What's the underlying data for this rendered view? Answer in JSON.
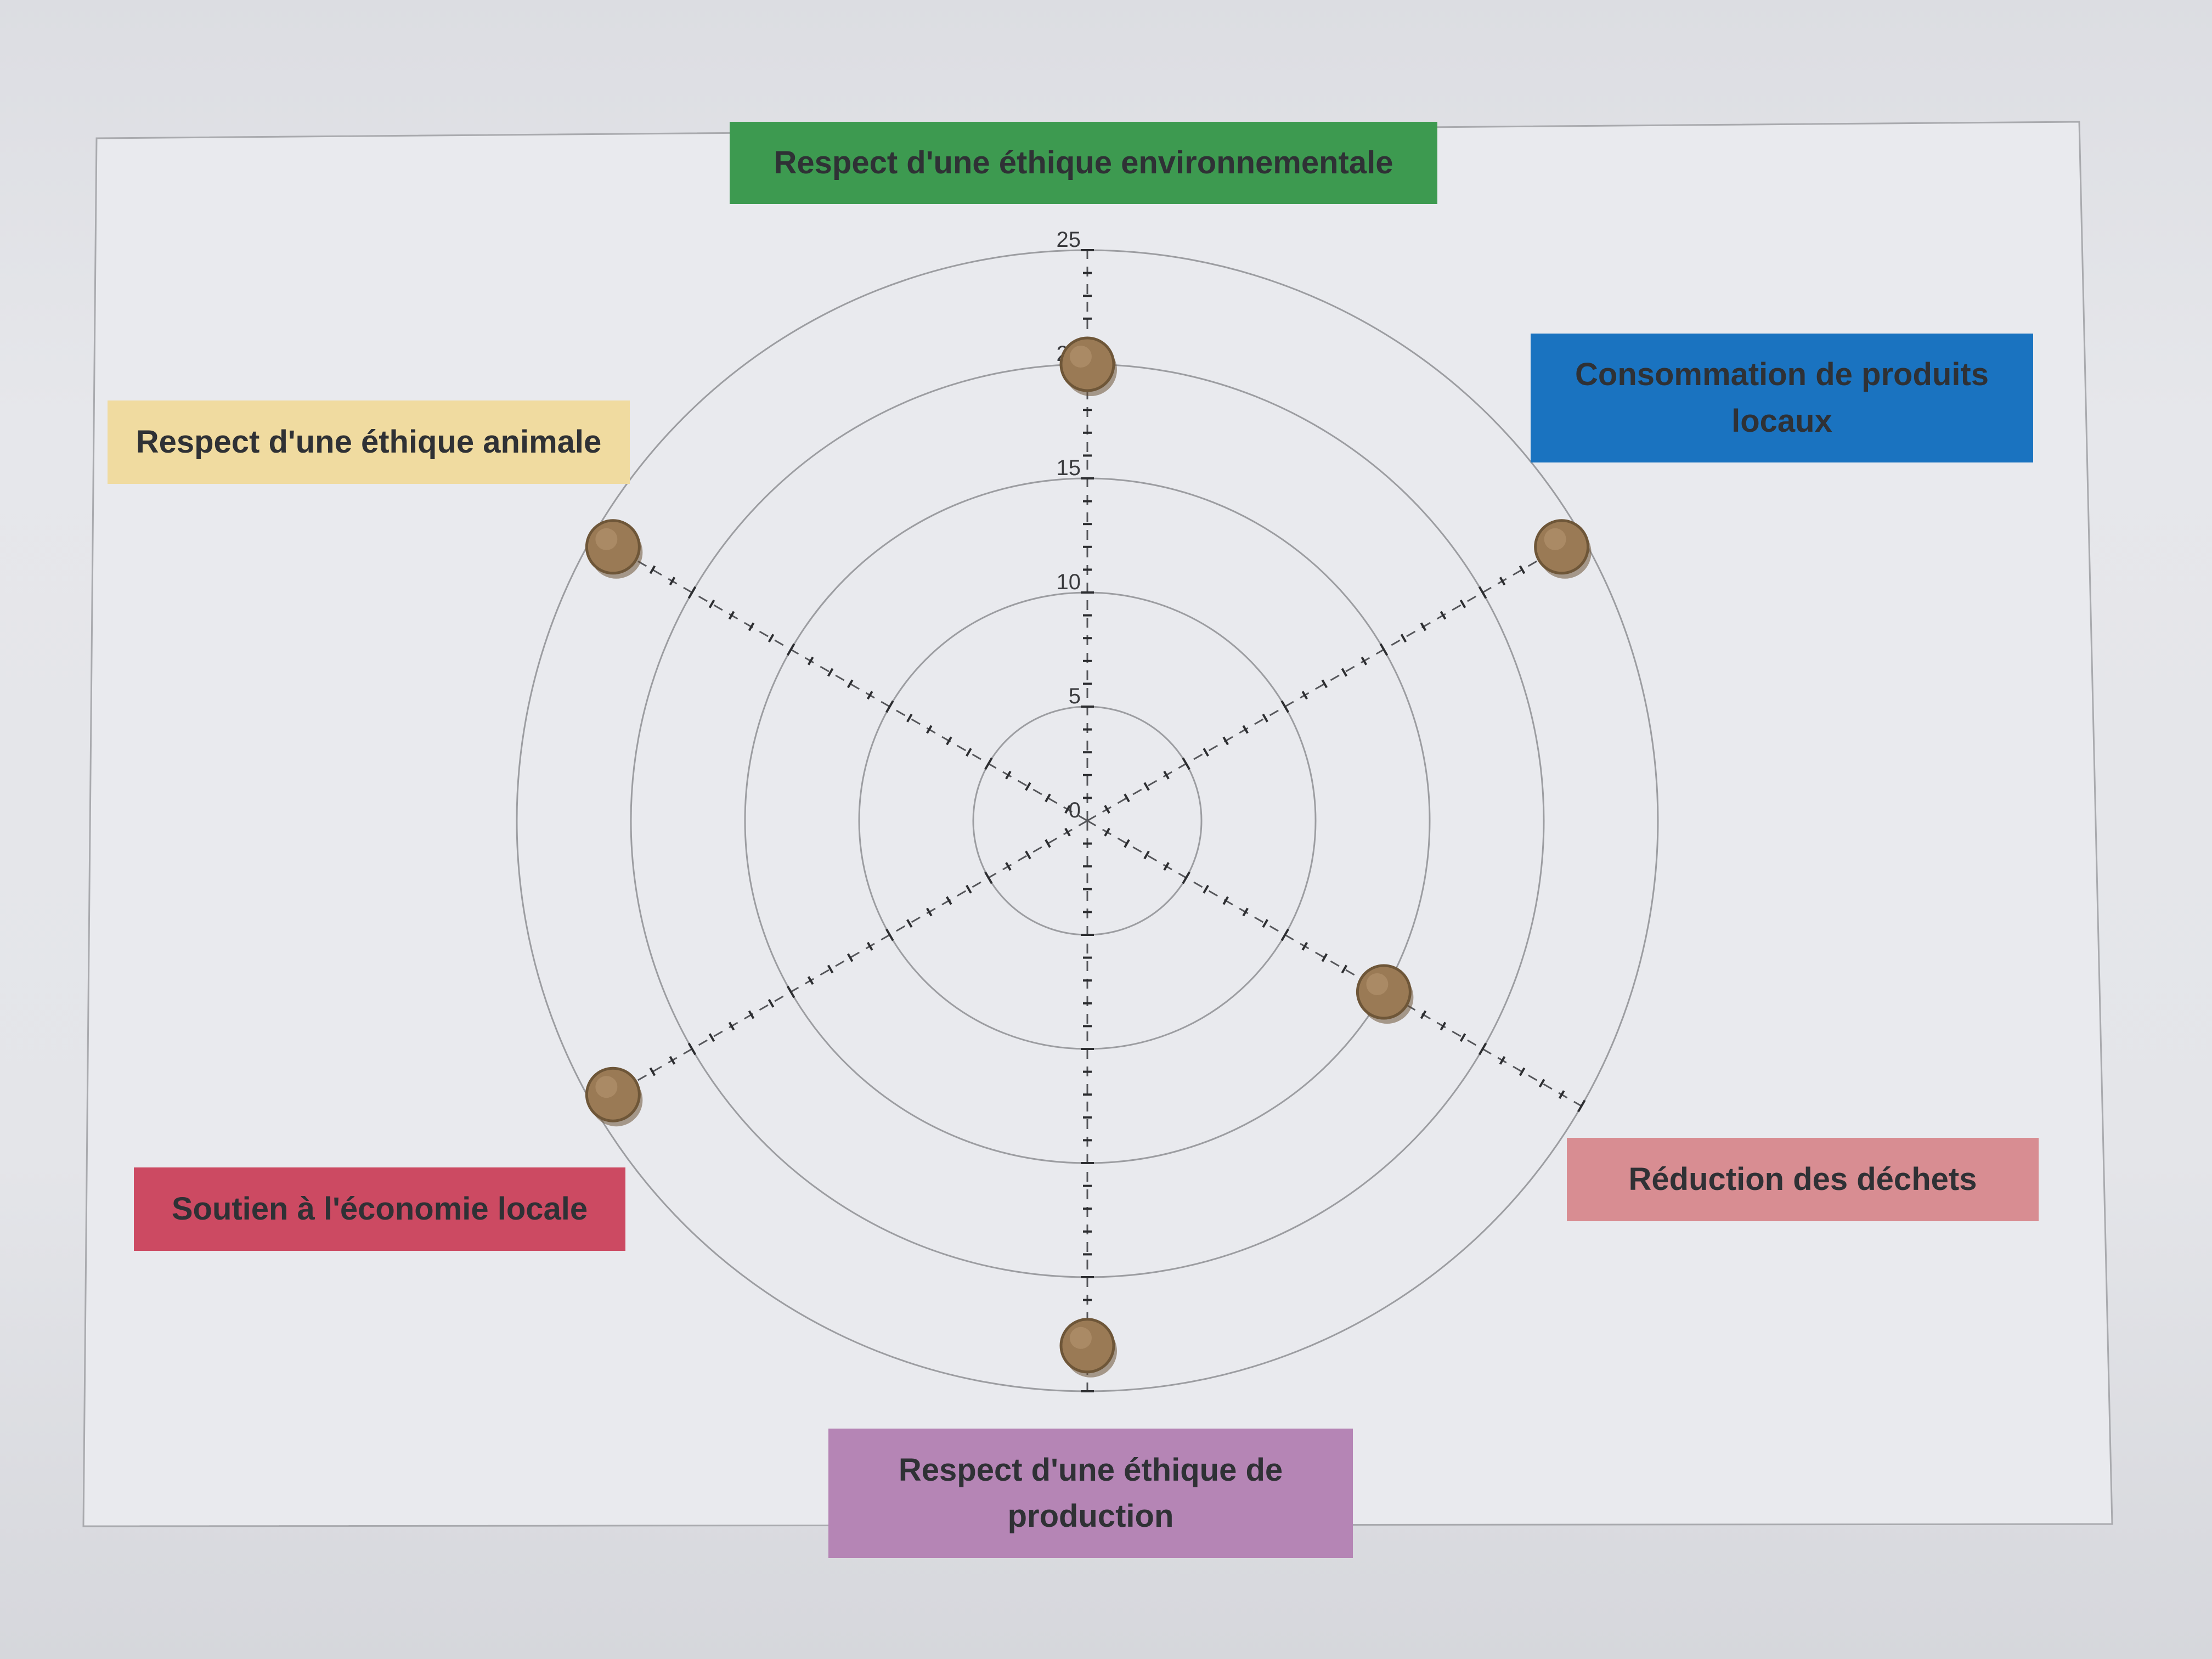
{
  "chart_data": {
    "type": "radar",
    "title": "",
    "axes": [
      {
        "label": "Respect d'une éthique environnementale",
        "color": "#3d9a50"
      },
      {
        "label": "Consommation de produits locaux",
        "color": "#1a73c0"
      },
      {
        "label": "Réduction des déchets",
        "color": "#d88d92"
      },
      {
        "label": "Respect d'une éthique de production",
        "color": "#b585b5"
      },
      {
        "label": "Soutien à l'économie locale",
        "color": "#cc4a62"
      },
      {
        "label": "Respect d'une éthique animale",
        "color": "#f0dba0"
      }
    ],
    "rlim": [
      0,
      25
    ],
    "ring_ticks": [
      0,
      5,
      10,
      15,
      20,
      25
    ],
    "tick_labels": [
      "0",
      "5",
      "10",
      "15",
      "20",
      "25"
    ],
    "series": [
      {
        "values": [
          20,
          24,
          15,
          23,
          24,
          24
        ]
      }
    ],
    "marker_color": "#9a7a55",
    "grid": true
  }
}
